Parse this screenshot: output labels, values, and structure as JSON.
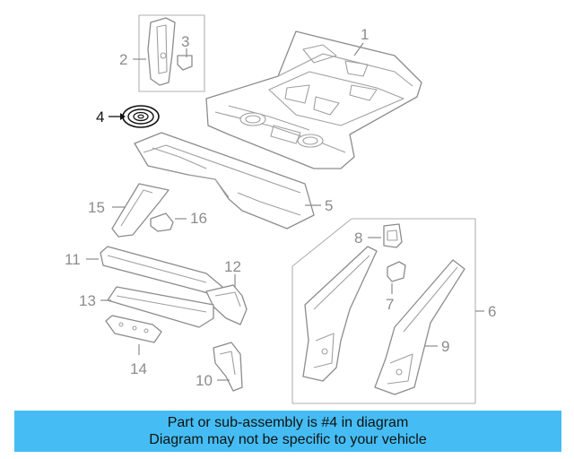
{
  "callouts": {
    "c1": "1",
    "c2": "2",
    "c3": "3",
    "c4": "4",
    "c5": "5",
    "c6": "6",
    "c7": "7",
    "c8": "8",
    "c9": "9",
    "c10": "10",
    "c11": "11",
    "c12": "12",
    "c13": "13",
    "c14": "14",
    "c15": "15",
    "c16": "16"
  },
  "highlighted_part": "4",
  "colors": {
    "banner": "#45bdf4",
    "line": "#8c8c8c",
    "highlight": "#111111"
  },
  "banner": {
    "line1": "Part or sub-assembly is #4 in diagram",
    "line2": "Diagram may not be specific to your vehicle"
  }
}
